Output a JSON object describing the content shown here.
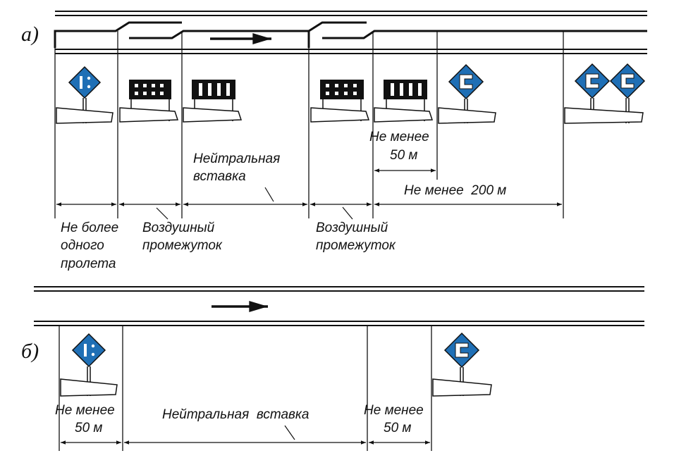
{
  "colors": {
    "sign_fill": "#1f6fb5",
    "line": "#111111"
  },
  "part_a": {
    "label": "а)",
    "text_not_more_span": [
      "Не более",
      "одного",
      "пролета"
    ],
    "text_air_gap_1": [
      "Воздушный",
      "промежуток"
    ],
    "text_air_gap_2": [
      "Воздушный",
      "промежуток"
    ],
    "text_neutral": [
      "Нейтральная",
      "вставка"
    ],
    "text_not_less_50": [
      "Не менее",
      "50 м"
    ],
    "text_not_less_200": "Не менее  200 м"
  },
  "part_b": {
    "label": "б)",
    "text_not_less_50_left": [
      "Не менее",
      "50 м"
    ],
    "text_neutral": "Нейтральная  вставка",
    "text_not_less_50_right": [
      "Не менее",
      "50 м"
    ]
  },
  "signs": {
    "a": [
      "disconnect-sign",
      "barrier-checker",
      "barrier-stripes",
      "barrier-checker",
      "barrier-stripes",
      "connect-sign",
      "connect-sign",
      "connect-sign"
    ],
    "b": [
      "disconnect-sign",
      "connect-sign"
    ]
  }
}
